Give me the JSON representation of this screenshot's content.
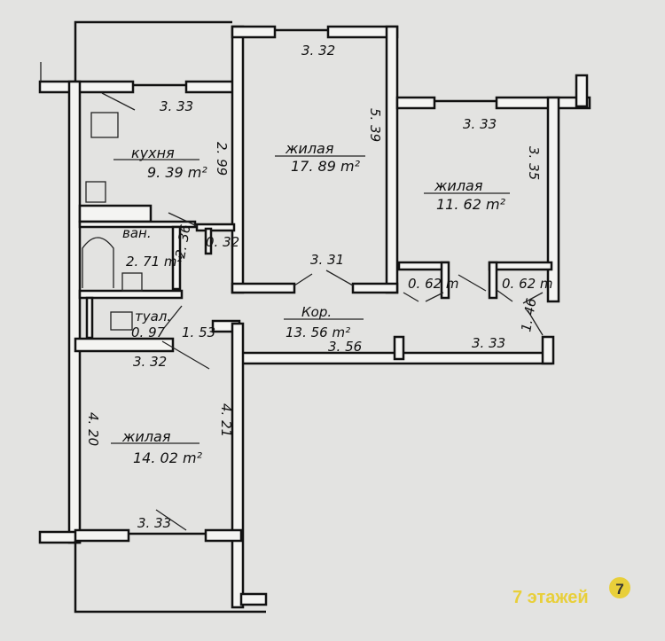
{
  "rooms": {
    "kitchen": {
      "name": "кухня",
      "area": "9. 39 m²",
      "dim_top": "3. 33",
      "dim_side": "2. 99"
    },
    "living1": {
      "name": "жилая",
      "area": "17. 89 m²",
      "dim_top": "3. 32",
      "dim_side": "5. 39",
      "dim_bottom": "3. 31"
    },
    "living2": {
      "name": "жилая",
      "area": "11. 62 m²",
      "dim_top": "3. 33",
      "dim_side": "3. 35"
    },
    "living3": {
      "name": "жилая",
      "area": "14. 02 m²",
      "dim_top": "3. 32",
      "dim_left": "4. 20",
      "dim_right": "4. 21",
      "dim_bottom": "3. 33"
    },
    "bathroom": {
      "name": "ван.",
      "area": "2. 71 m²",
      "dim_side": "2. 36"
    },
    "toilet": {
      "name": "туал.",
      "area": "0. 97"
    },
    "corridor": {
      "name": "Кор.",
      "area": "13. 56 m²",
      "dim_left": "3. 56",
      "dim_right": "3. 33",
      "dim_side": "1. 46",
      "dim_stub": "1. 53"
    },
    "closets": [
      "0. 32",
      "0. 62 m",
      "0. 62 m"
    ]
  },
  "watermark": {
    "text": "7 этажей",
    "badge": "7",
    "color": "#e8cf3a"
  }
}
